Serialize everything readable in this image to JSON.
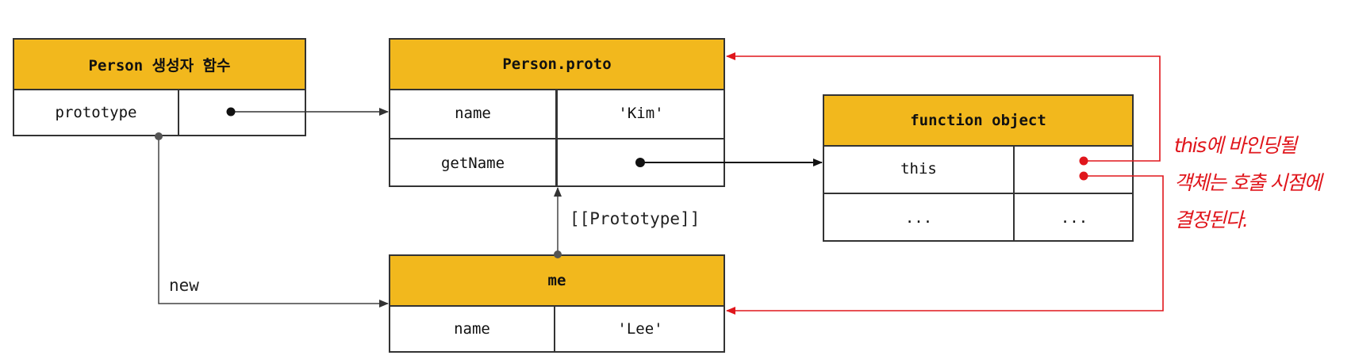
{
  "boxes": {
    "constructor": {
      "title": "Person 생성자 함수",
      "rows": [
        [
          "prototype",
          ""
        ]
      ]
    },
    "proto": {
      "title": "Person.proto",
      "rows": [
        [
          "name",
          "'Kim'"
        ],
        [
          "getName",
          ""
        ]
      ]
    },
    "func": {
      "title": "function object",
      "rows": [
        [
          "this",
          ""
        ],
        [
          "...",
          "..."
        ]
      ]
    },
    "me": {
      "title": "me",
      "rows": [
        [
          "name",
          "'Lee'"
        ]
      ]
    }
  },
  "labels": {
    "new": "new",
    "prototype_link": "[[Prototype]]"
  },
  "annotation": {
    "line1": "this에 바인딩될",
    "line2": "객체는 호출 시점에",
    "line3": "결정된다."
  },
  "colors": {
    "header": "#f2b81d",
    "accent": "#e0161c",
    "border": "#333333"
  }
}
